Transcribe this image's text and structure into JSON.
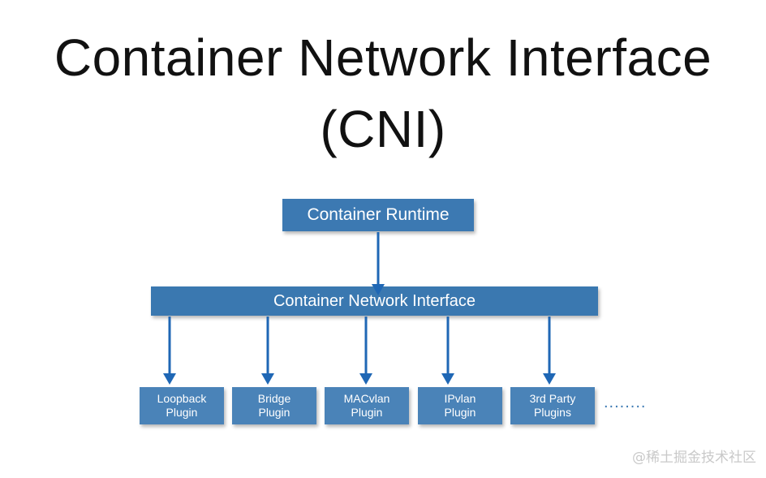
{
  "title": {
    "line1": "Container Network Interface",
    "line2": "(CNI)"
  },
  "diagram": {
    "runtime_label": "Container Runtime",
    "cni_label": "Container Network Interface",
    "plugins": [
      {
        "label": "Loopback\nPlugin"
      },
      {
        "label": "Bridge\nPlugin"
      },
      {
        "label": "MACvlan\nPlugin"
      },
      {
        "label": "IPvlan\nPlugin"
      },
      {
        "label": "3rd Party\nPlugins"
      }
    ],
    "more_indicator": "........",
    "box_color": "#3d7ab3",
    "arrow_color": "#1f67b5"
  },
  "watermark": "@稀土掘金技术社区"
}
